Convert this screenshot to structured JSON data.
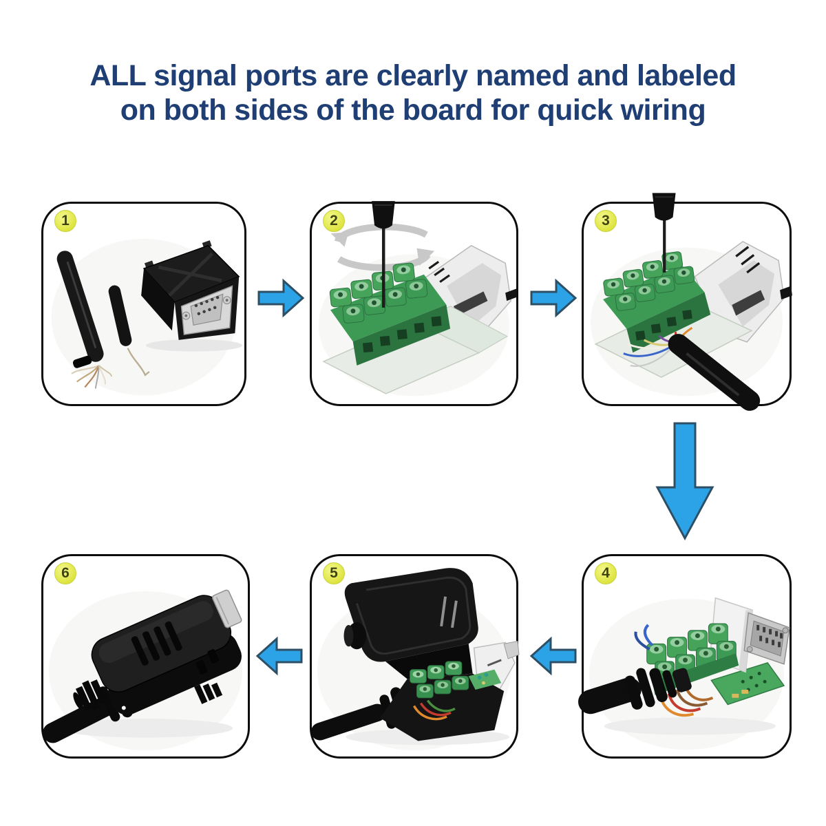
{
  "title": {
    "line1": "ALL signal ports are clearly named and labeled",
    "line2": "on both sides of the board for quick wiring"
  },
  "steps": [
    {
      "number": "1"
    },
    {
      "number": "2"
    },
    {
      "number": "3"
    },
    {
      "number": "4"
    },
    {
      "number": "5"
    },
    {
      "number": "6"
    }
  ],
  "arrows": [
    {
      "from": "1",
      "to": "2",
      "direction": "right"
    },
    {
      "from": "2",
      "to": "3",
      "direction": "right"
    },
    {
      "from": "3",
      "to": "4",
      "direction": "down"
    },
    {
      "from": "4",
      "to": "5",
      "direction": "left"
    },
    {
      "from": "5",
      "to": "6",
      "direction": "left"
    }
  ],
  "colors": {
    "title_text": "#1e3e74",
    "arrow_fill": "#2ba3e6",
    "arrow_outline": "#2d4f66",
    "badge_fill": "#e7ee55",
    "terminal_green": "#3c9a55",
    "connector_black": "#141414"
  }
}
